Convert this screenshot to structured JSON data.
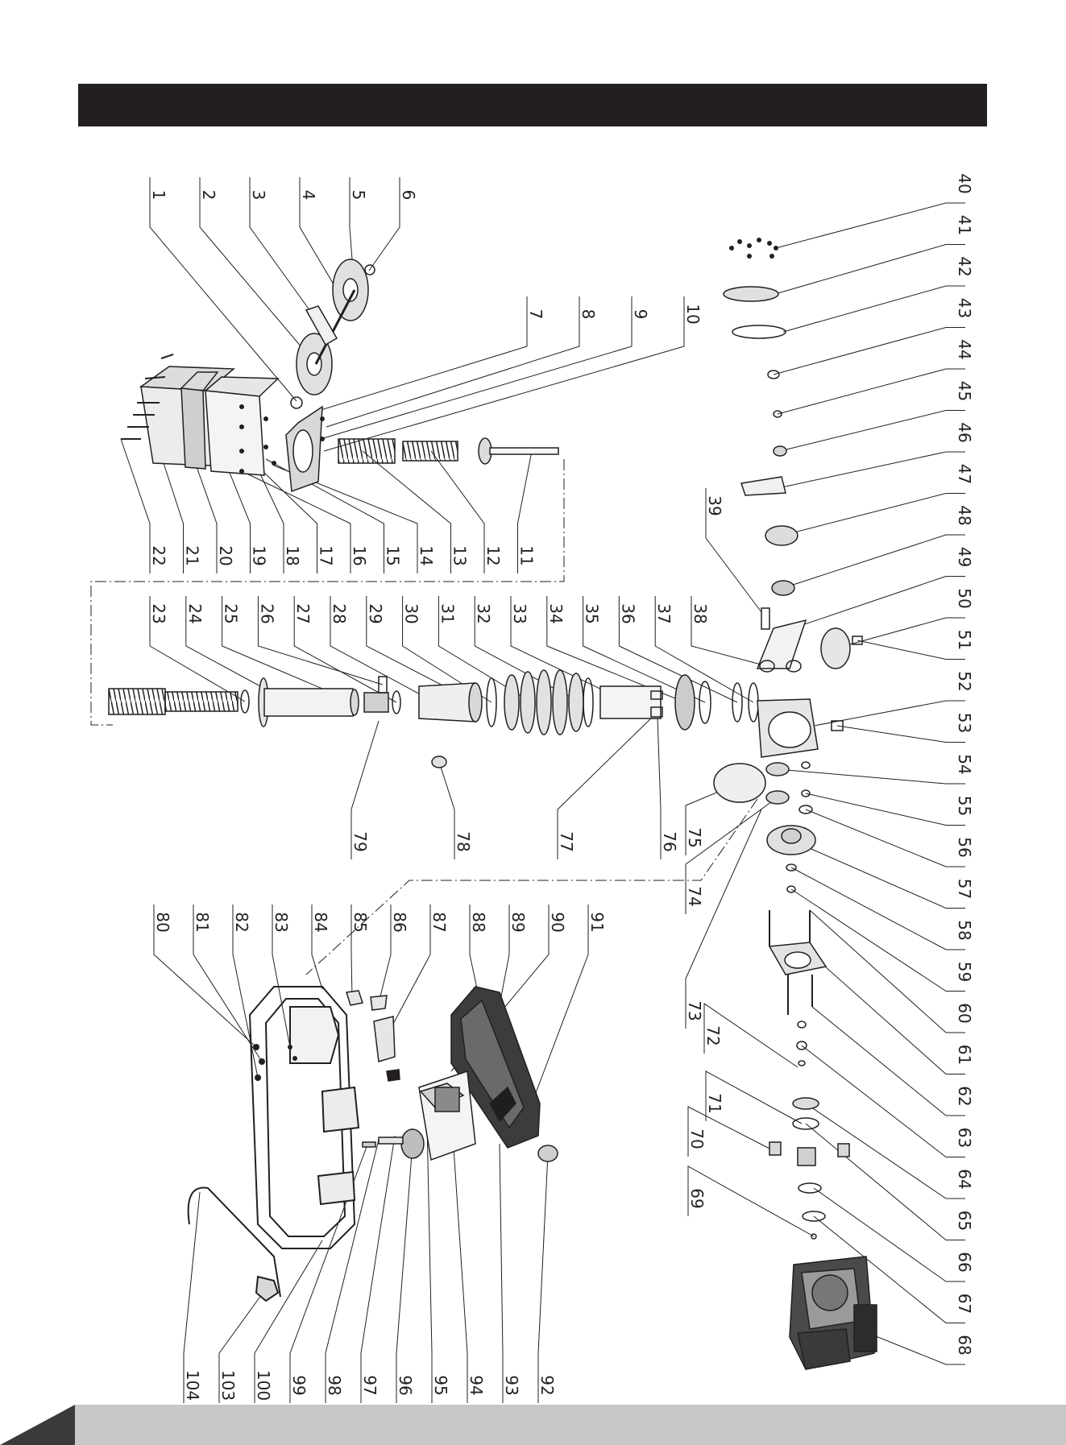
{
  "callouts": {
    "top_left": [
      "1",
      "2",
      "3",
      "4",
      "5",
      "6"
    ],
    "top_mid": [
      "7",
      "8",
      "9",
      "10"
    ],
    "tamper_row": [
      "22",
      "21",
      "20",
      "19",
      "18",
      "17",
      "16",
      "15",
      "14",
      "13",
      "12",
      "11"
    ],
    "leg_row": [
      "23",
      "24",
      "25",
      "26",
      "27",
      "28",
      "29",
      "30",
      "31",
      "32",
      "33",
      "34",
      "35",
      "36",
      "37",
      "38"
    ],
    "leg_lower": [
      "79",
      "78",
      "77",
      "76"
    ],
    "mid_single": [
      "39"
    ],
    "right_top": [
      "40",
      "41",
      "42",
      "43",
      "44",
      "45",
      "46",
      "47",
      "48",
      "49",
      "50",
      "51",
      "52",
      "53",
      "54",
      "55",
      "56",
      "57",
      "58",
      "59",
      "60",
      "61",
      "62",
      "63",
      "64",
      "65",
      "66",
      "67",
      "68"
    ],
    "right_low": [
      "75",
      "74",
      "73",
      "72",
      "71",
      "70",
      "69"
    ],
    "frame_top": [
      "80",
      "81",
      "82",
      "83",
      "84",
      "85",
      "86",
      "87",
      "88",
      "89",
      "90",
      "91"
    ],
    "frame_low": [
      "104",
      "103",
      "100",
      "99",
      "98",
      "97",
      "96",
      "95",
      "94",
      "93",
      "92"
    ]
  },
  "colors": {
    "header": "#231f20",
    "footer_band": "#c8c8c8",
    "footer_tab": "#3a3a3a",
    "line": "#231f20"
  }
}
